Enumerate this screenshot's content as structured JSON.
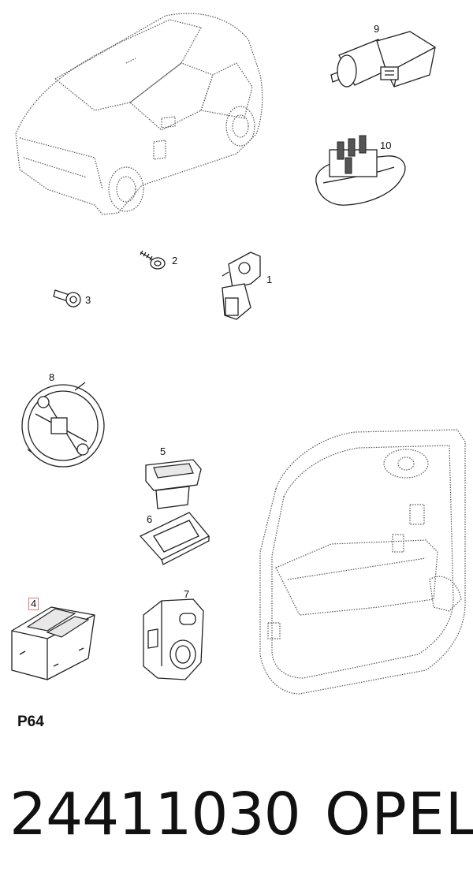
{
  "labels": {
    "p1": "1",
    "p2": "2",
    "p3": "3",
    "p4": "4",
    "p5": "5",
    "p6": "6",
    "p7": "7",
    "p8": "8",
    "p9": "9",
    "p10": "10"
  },
  "section_code": "P64",
  "part_number": "24411030",
  "brand": "OPEL",
  "colors": {
    "highlight_box": "#e07a7a",
    "ink": "#111111"
  }
}
